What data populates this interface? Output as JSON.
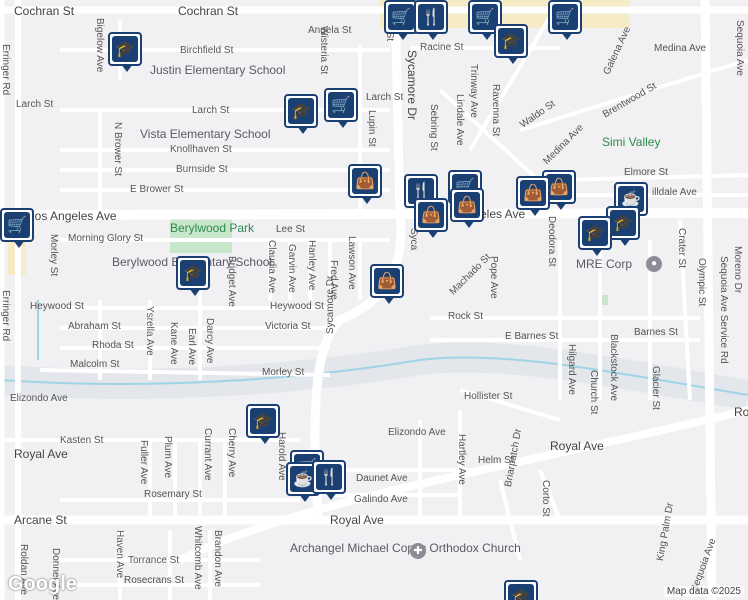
{
  "streets": {
    "cochran_st_a": "Cochran St",
    "cochran_st_b": "Cochran St",
    "angela_st": "Angela St",
    "racine_st": "Racine St",
    "medina_ave": "Medina Ave",
    "birchfield_st": "Birchfield St",
    "bigelow_ave": "Bigelow Ave",
    "larch_st_a": "Larch St",
    "larch_st_b": "Larch St",
    "larch_st_c": "Larch St",
    "knollhaven_st": "Knollhaven St",
    "burnside_st": "Burnside St",
    "e_brower_st": "E Brower St",
    "n_brower_st": "N Brower St",
    "los_angeles_ave": "Los Angeles Ave",
    "los_angeles_ave_b": "eles Ave",
    "morning_glory_st": "Morning Glory St",
    "lee_st": "Lee St",
    "heywood_st_a": "Heywood St",
    "heywood_st_b": "Heywood St",
    "abraham_st": "Abraham St",
    "victoria_st": "Victoria St",
    "rhoda_st": "Rhoda St",
    "malcolm_st": "Malcolm St",
    "morley_st": "Morley St",
    "elizondo_ave_a": "Elizondo Ave",
    "elizondo_ave_b": "Elizondo Ave",
    "kasten_st": "Kasten St",
    "royal_ave_a": "Royal Ave",
    "royal_ave_b": "Royal Ave",
    "royal_ave_c": "Royal Ave",
    "royal_ave_d": "Ro",
    "rosemary_st": "Rosemary St",
    "arcane_st": "Arcane St",
    "torrance_st": "Torrance St",
    "rosecrans_st": "Rosecrans St",
    "daunet_ave": "Daunet Ave",
    "galindo_ave": "Galindo Ave",
    "helm_st": "Helm St",
    "hollister_st": "Hollister St",
    "rock_st": "Rock St",
    "e_barnes_st": "E Barnes St",
    "barnes_st": "Barnes St",
    "elmore_st": "Elmore St",
    "hilldale_ave": "illdale Ave",
    "brentwood_st": "Brentwood St",
    "waldo_st": "Waldo St",
    "galena_ave": "Galena Ave",
    "medina_ave_2": "Medina Ave",
    "sycamore_dr_a": "Sycamore Dr",
    "sycamore_dr_b": "Sycamore Dr",
    "sycamore_dr_c": "Syca",
    "sequoia_ave": "Sequoia Ave",
    "sequoia_ave_service": "Sequoia Ave Service Rd",
    "erringer_rd_a": "Erringer Rd",
    "erringer_rd_b": "Erringer Rd",
    "morley_st_v": "Morley St",
    "clover_st": "Clover St",
    "wisteria_st": "Wisteria St",
    "lupin_st": "Lupin St",
    "sebring_st": "Sebring St",
    "lindale_ave": "Lindale Ave",
    "trinway_ave": "Trinway Ave",
    "ravenna_st": "Ravenna St",
    "machado_st": "Machado St",
    "pope_ave": "Pope Ave",
    "deodora_st": "Deodora St",
    "crater_st": "Crater St",
    "olympic_st": "Olympic St",
    "moreno_dr": "Moreno Dr",
    "claudia_ave": "Claudia Ave",
    "garvin_ave": "Garvin Ave",
    "hanley_ave": "Hanley Ave",
    "fred_ave": "Fred Ave",
    "lawson_ave": "Lawson Ave",
    "bridget_ave": "Bridget Ave",
    "ysrella_ave": "Ysrella Ave",
    "kane_ave": "Kane Ave",
    "earl_ave": "Earl Ave",
    "darcy_ave": "Darcy Ave",
    "hilgard_ave": "Hilgard Ave",
    "church_st": "Church St",
    "blackstock_ave": "Blackstock Ave",
    "glacier_st": "Glacier St",
    "fuller_ave": "Fuller Ave",
    "plum_ave": "Plum Ave",
    "currant_ave": "Currant Ave",
    "cherry_ave": "Cherry Ave",
    "harold_ave": "Harold Ave",
    "hartley_ave": "Hartley Ave",
    "briarpatch_dr": "Briarpatch Dr",
    "corto_st": "Corto St",
    "king_palm_dr": "King Palm Dr",
    "sequoia_ave_b": "Sequoia Ave",
    "haven_ave": "Haven Ave",
    "whitcomb_ave": "Whitcomb Ave",
    "brandon_ave": "Brandon Ave",
    "roldan_ave": "Roldan Ave",
    "donner_ave": "Donner Ave"
  },
  "places": {
    "justin_school": "Justin Elementary School",
    "vista_school": "Vista Elementary School",
    "berylwood_park": "Berylwood Park",
    "berylwood_school": "Berylwood Elementary School",
    "simi_valley": "Simi Valley",
    "mre_corp": "MRE Corp",
    "church": "Archangel Michael Coptic Orthodox Church"
  },
  "attribution": {
    "logo": "Google",
    "credit": "Map data ©2025"
  },
  "icons": {
    "school": "graduation-cap",
    "shopping": "shopping-bag",
    "grocery": "shopping-cart",
    "restaurant": "fork-knife",
    "cafe": "coffee-cup"
  },
  "colors": {
    "pin": "#1a3f73",
    "road": "#ffffff",
    "land": "#f1f0f3",
    "park": "#c8e6c9",
    "highway": "#fbe28a"
  }
}
